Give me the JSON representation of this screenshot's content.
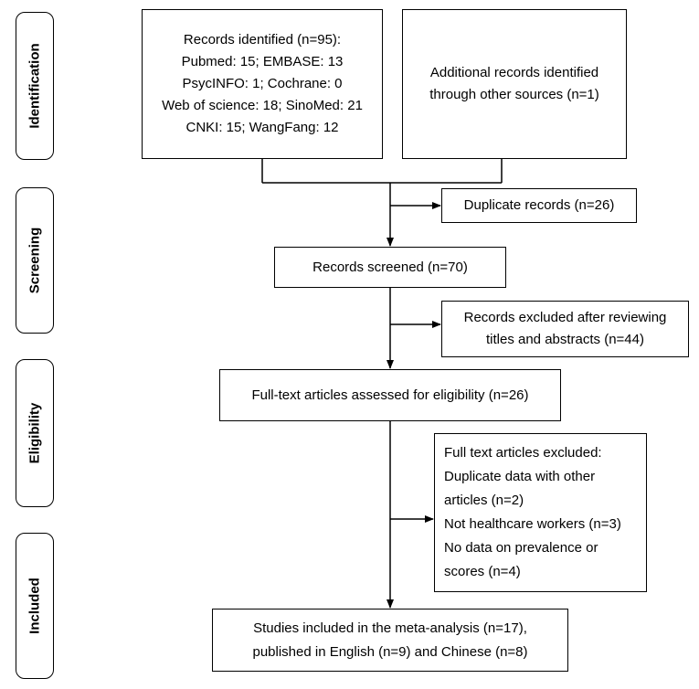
{
  "stages": {
    "identification": "Identification",
    "screening": "Screening",
    "eligibility": "Eligibility",
    "included": "Included"
  },
  "boxes": {
    "records_identified": {
      "lines": [
        "Records identified (n=95):",
        "Pubmed: 15; EMBASE: 13",
        "PsycINFO: 1; Cochrane: 0",
        "Web of science: 18; SinoMed: 21",
        "CNKI: 15; WangFang: 12"
      ]
    },
    "additional_records": {
      "lines": [
        "Additional records identified",
        "through other sources (n=1)"
      ]
    },
    "duplicate_records": {
      "lines": [
        "Duplicate records (n=26)"
      ]
    },
    "records_screened": {
      "lines": [
        "Records screened (n=70)"
      ]
    },
    "records_excluded": {
      "lines": [
        "Records excluded after reviewing",
        "titles and abstracts (n=44)"
      ]
    },
    "full_text_assessed": {
      "lines": [
        "Full-text articles assessed for eligibility  (n=26)"
      ]
    },
    "full_text_excluded": {
      "lines": [
        "Full text articles excluded:",
        "Duplicate data with other",
        "articles (n=2)",
        "Not healthcare workers (n=3)",
        "No data on prevalence or",
        "scores (n=4)"
      ]
    },
    "studies_included": {
      "lines": [
        "Studies included in the meta-analysis (n=17),",
        "published in English (n=9) and Chinese (n=8)"
      ]
    }
  }
}
